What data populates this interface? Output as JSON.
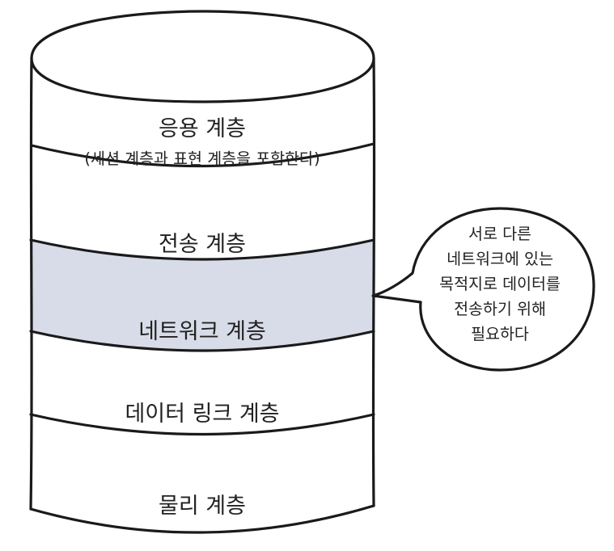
{
  "layers": [
    {
      "label": "응용 계층",
      "sublabel": "(세션 계층과 표현 계층을 포함한다)"
    },
    {
      "label": "전송 계층"
    },
    {
      "label": "네트워크 계층",
      "highlighted": true
    },
    {
      "label": "데이터 링크 계층"
    },
    {
      "label": "물리 계층"
    }
  ],
  "callout": {
    "lines": [
      "서로 다른",
      "네트워크에 있는",
      "목적지로 데이터를",
      "전송하기 위해",
      "필요하다"
    ]
  },
  "colors": {
    "highlight": "#d8dce8",
    "stroke": "#1a1a1a",
    "text": "#222222"
  }
}
